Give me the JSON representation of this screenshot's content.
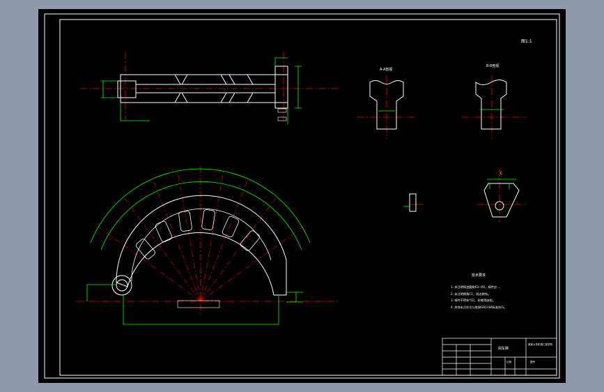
{
  "drawing": {
    "corner_label": "图1:1",
    "section_a_label": "A-A剖视",
    "section_b_label": "B-B剖视",
    "detail_c_label": "C",
    "tech_req_title": "技术要求",
    "tech_req_lines": [
      "1. 未注明铸造圆角R3~R5，铸件应…",
      "2. 未注明倒角C1，锐边倒钝。",
      "3. 铸件不得有气孔、砂眼等缺陷。",
      "4. 其他未注形位公差按GB1184标准执行。"
    ],
    "title_block": {
      "part_name": "刹车蹄",
      "school": "某某大学机械工程学院",
      "scale": "比例",
      "drawing_no": "图号"
    }
  },
  "colors": {
    "background": "#000000",
    "outline": "#ffffff",
    "dimension": "#00ff00",
    "centerline": "#ff0000",
    "frame": "#8e9aac"
  }
}
